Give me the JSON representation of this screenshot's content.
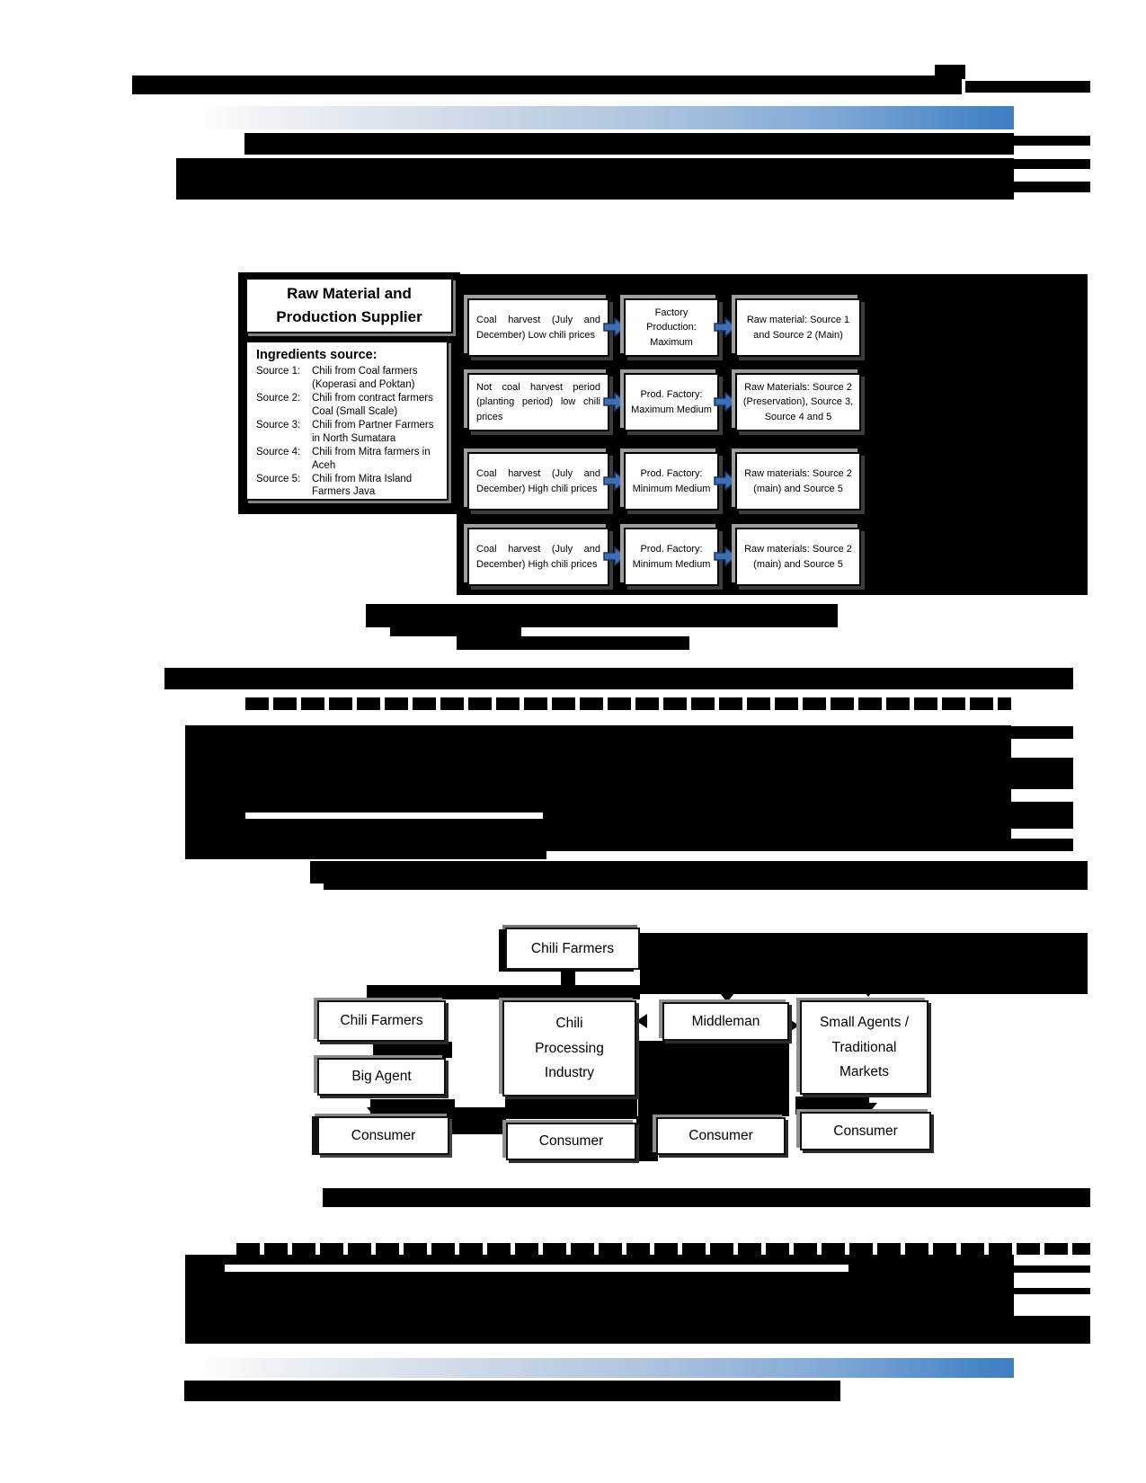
{
  "colors": {
    "arrow_blue": "#3e6eb5",
    "arrow_dark": "#17365d",
    "gradient_blue": "#4a86c8"
  },
  "figure1": {
    "supplier_title": "Raw Material and Production Supplier",
    "ingredients_heading": "Ingredients source:",
    "sources": [
      {
        "label": "Source 1:",
        "desc": "Chili from Coal farmers (Koperasi and Poktan)"
      },
      {
        "label": "Source 2:",
        "desc": "Chili from contract farmers Coal (Small Scale)"
      },
      {
        "label": "Source 3:",
        "desc": "Chili from Partner Farmers in North Sumatara"
      },
      {
        "label": "Source 4:",
        "desc": "Chili from Mitra farmers in Aceh"
      },
      {
        "label": "Source 5:",
        "desc": "Chili from Mitra Island Farmers Java"
      }
    ],
    "rows": [
      {
        "condition": "Coal harvest (July and December) Low chili prices",
        "production": "Factory Production: Maximum",
        "materials": "Raw material: Source 1 and Source 2 (Main)"
      },
      {
        "condition": "Not coal harvest period (planting period) low chili prices",
        "production": "Prod. Factory: Maximum Medium",
        "materials": "Raw Materials: Source 2 (Preservation), Source 3, Source 4 and 5"
      },
      {
        "condition": "Coal harvest (July and December) High chili prices",
        "production": "Prod. Factory: Minimum Medium",
        "materials": "Raw materials: Source 2 (main) and Source 5"
      },
      {
        "condition": "Coal harvest (July and December) High chili prices",
        "production": "Prod. Factory: Minimum Medium",
        "materials": "Raw materials: Source 2 (main) and Source 5"
      }
    ]
  },
  "figure2": {
    "top": "Chili Farmers",
    "farmers": "Chili Farmers",
    "industry": "Chili Processing Industry",
    "middleman": "Middleman",
    "small_agents": "Small Agents / Traditional Markets",
    "big_agent": "Big Agent",
    "consumers": [
      "Consumer",
      "Consumer",
      "Consumer",
      "Consumer"
    ]
  }
}
